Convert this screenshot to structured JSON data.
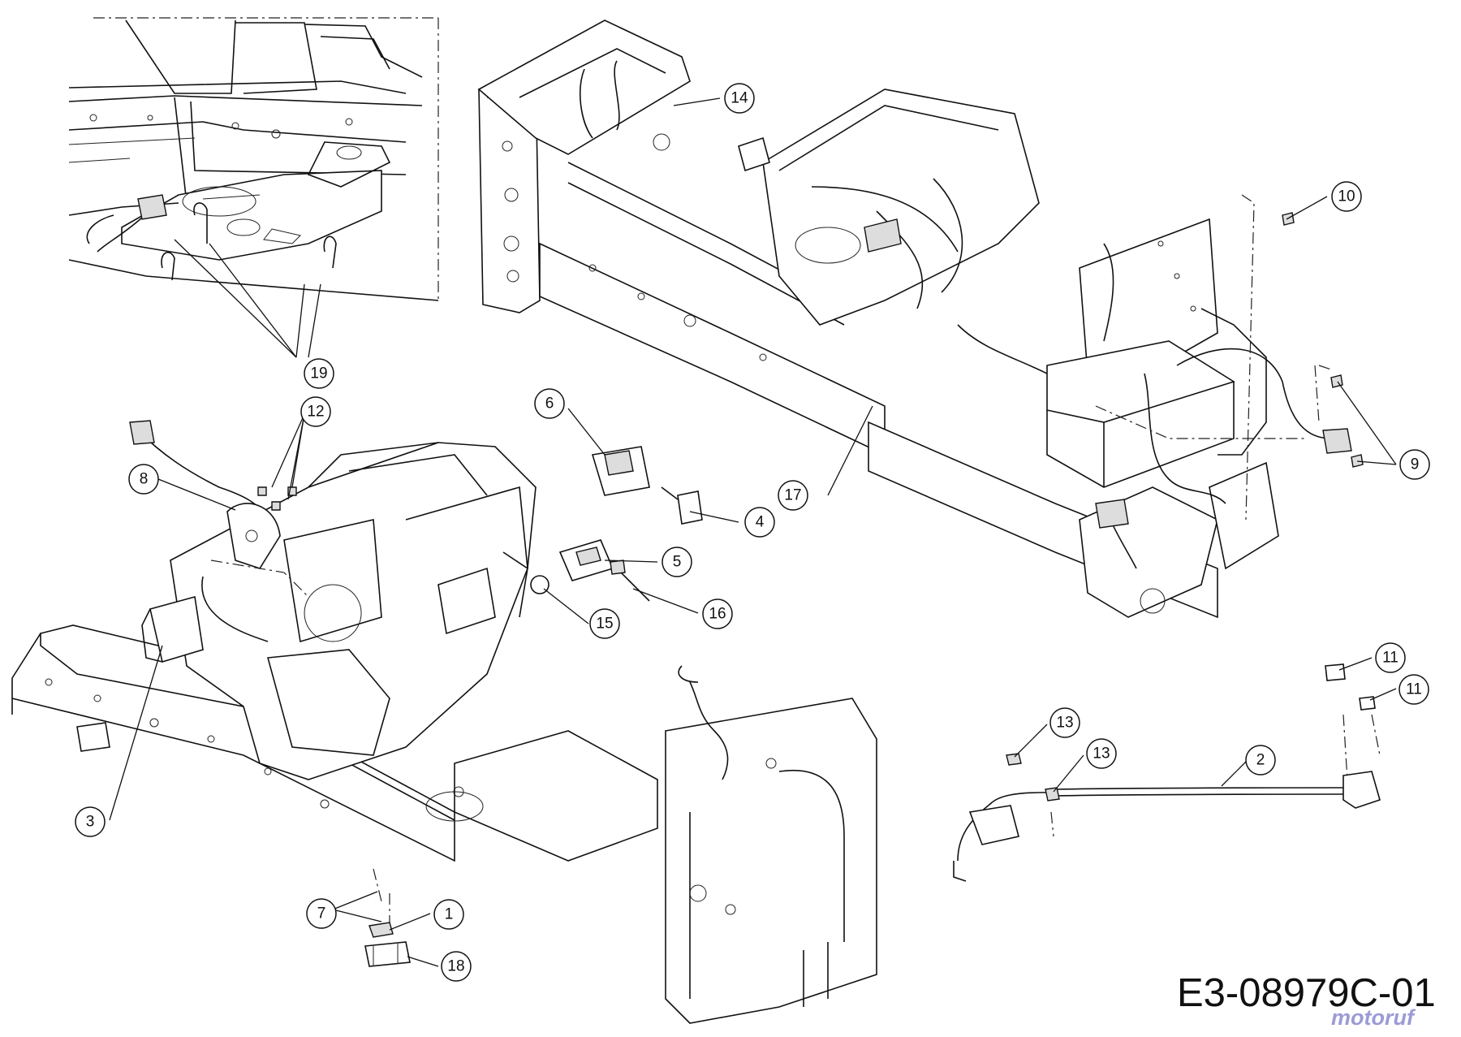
{
  "diagram": {
    "code": "E3-08979C-01",
    "watermark": "motoruf",
    "colors": {
      "line": "#111111",
      "background": "#ffffff",
      "watermark": "#8a8ad0"
    },
    "callouts": [
      "1",
      "2",
      "3",
      "4",
      "5",
      "6",
      "7",
      "8",
      "9",
      "10",
      "11",
      "11",
      "12",
      "13",
      "13",
      "14",
      "15",
      "16",
      "17",
      "18",
      "19"
    ]
  }
}
